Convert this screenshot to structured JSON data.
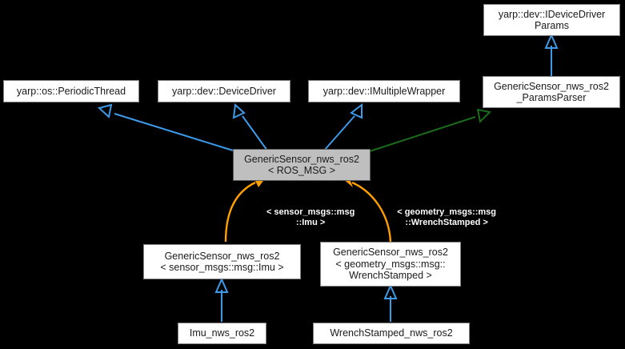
{
  "diagram": {
    "title": "GenericSensor_nws_ros2 inheritance diagram",
    "background": "#000000",
    "colors": {
      "inheritance_edge": "#3d9ae8",
      "usage_edge": "#1a6b1a",
      "template_edge": "#ffa000",
      "node_fill": "#ffffff",
      "node_border": "#808080",
      "highlight_fill": "#bfbfbf",
      "label_text": "#ffffff",
      "node_text": "#1a1a1a"
    },
    "nodes": [
      {
        "id": "idevicedriverparams",
        "name": "node-yarp-dev-IDeviceDriverParams",
        "lines": [
          "yarp::dev::IDeviceDriver",
          "Params"
        ],
        "highlight": false
      },
      {
        "id": "periodicthread",
        "name": "node-yarp-os-PeriodicThread",
        "lines": [
          "yarp::os::PeriodicThread"
        ],
        "highlight": false
      },
      {
        "id": "devicedriver",
        "name": "node-yarp-dev-DeviceDriver",
        "lines": [
          "yarp::dev::DeviceDriver"
        ],
        "highlight": false
      },
      {
        "id": "imultiplewrapper",
        "name": "node-yarp-dev-IMultipleWrapper",
        "lines": [
          "yarp::dev::IMultipleWrapper"
        ],
        "highlight": false
      },
      {
        "id": "paramsparser",
        "name": "node-GenericSensor-nws-ros2-ParamsParser",
        "lines": [
          "GenericSensor_nws_ros2",
          "_ParamsParser"
        ],
        "highlight": false
      },
      {
        "id": "generic_rosmsg",
        "name": "node-GenericSensor-nws-ros2-ROS-MSG",
        "lines": [
          "GenericSensor_nws_ros2",
          "< ROS_MSG >"
        ],
        "highlight": true
      },
      {
        "id": "generic_imu",
        "name": "node-GenericSensor-nws-ros2-Imu",
        "lines": [
          "GenericSensor_nws_ros2",
          "< sensor_msgs::msg::Imu >"
        ],
        "highlight": false
      },
      {
        "id": "generic_wrench",
        "name": "node-GenericSensor-nws-ros2-WrenchStamped",
        "lines": [
          "GenericSensor_nws_ros2",
          "< geometry_msgs::msg::",
          "WrenchStamped >"
        ],
        "highlight": false
      },
      {
        "id": "imu_nws",
        "name": "node-Imu-nws-ros2",
        "lines": [
          "Imu_nws_ros2"
        ],
        "highlight": false
      },
      {
        "id": "wrench_nws",
        "name": "node-WrenchStamped-nws-ros2",
        "lines": [
          "WrenchStamped_nws_ros2"
        ],
        "highlight": false
      }
    ],
    "edge_labels": [
      {
        "id": "label_imu",
        "name": "edge-label-sensor-msgs-Imu",
        "lines": [
          "< sensor_msgs::msg",
          "::Imu >"
        ]
      },
      {
        "id": "label_wrench",
        "name": "edge-label-geometry-msgs-WrenchStamped",
        "lines": [
          "< geometry_msgs::msg",
          "::WrenchStamped >"
        ]
      }
    ],
    "edges": [
      {
        "from": "paramsparser",
        "to": "idevicedriverparams",
        "kind": "inheritance"
      },
      {
        "from": "generic_rosmsg",
        "to": "periodicthread",
        "kind": "inheritance"
      },
      {
        "from": "generic_rosmsg",
        "to": "devicedriver",
        "kind": "inheritance"
      },
      {
        "from": "generic_rosmsg",
        "to": "imultiplewrapper",
        "kind": "inheritance"
      },
      {
        "from": "generic_rosmsg",
        "to": "paramsparser",
        "kind": "usage"
      },
      {
        "from": "generic_imu",
        "to": "generic_rosmsg",
        "kind": "template"
      },
      {
        "from": "generic_wrench",
        "to": "generic_rosmsg",
        "kind": "template"
      },
      {
        "from": "imu_nws",
        "to": "generic_imu",
        "kind": "inheritance"
      },
      {
        "from": "wrench_nws",
        "to": "generic_wrench",
        "kind": "inheritance"
      }
    ]
  }
}
